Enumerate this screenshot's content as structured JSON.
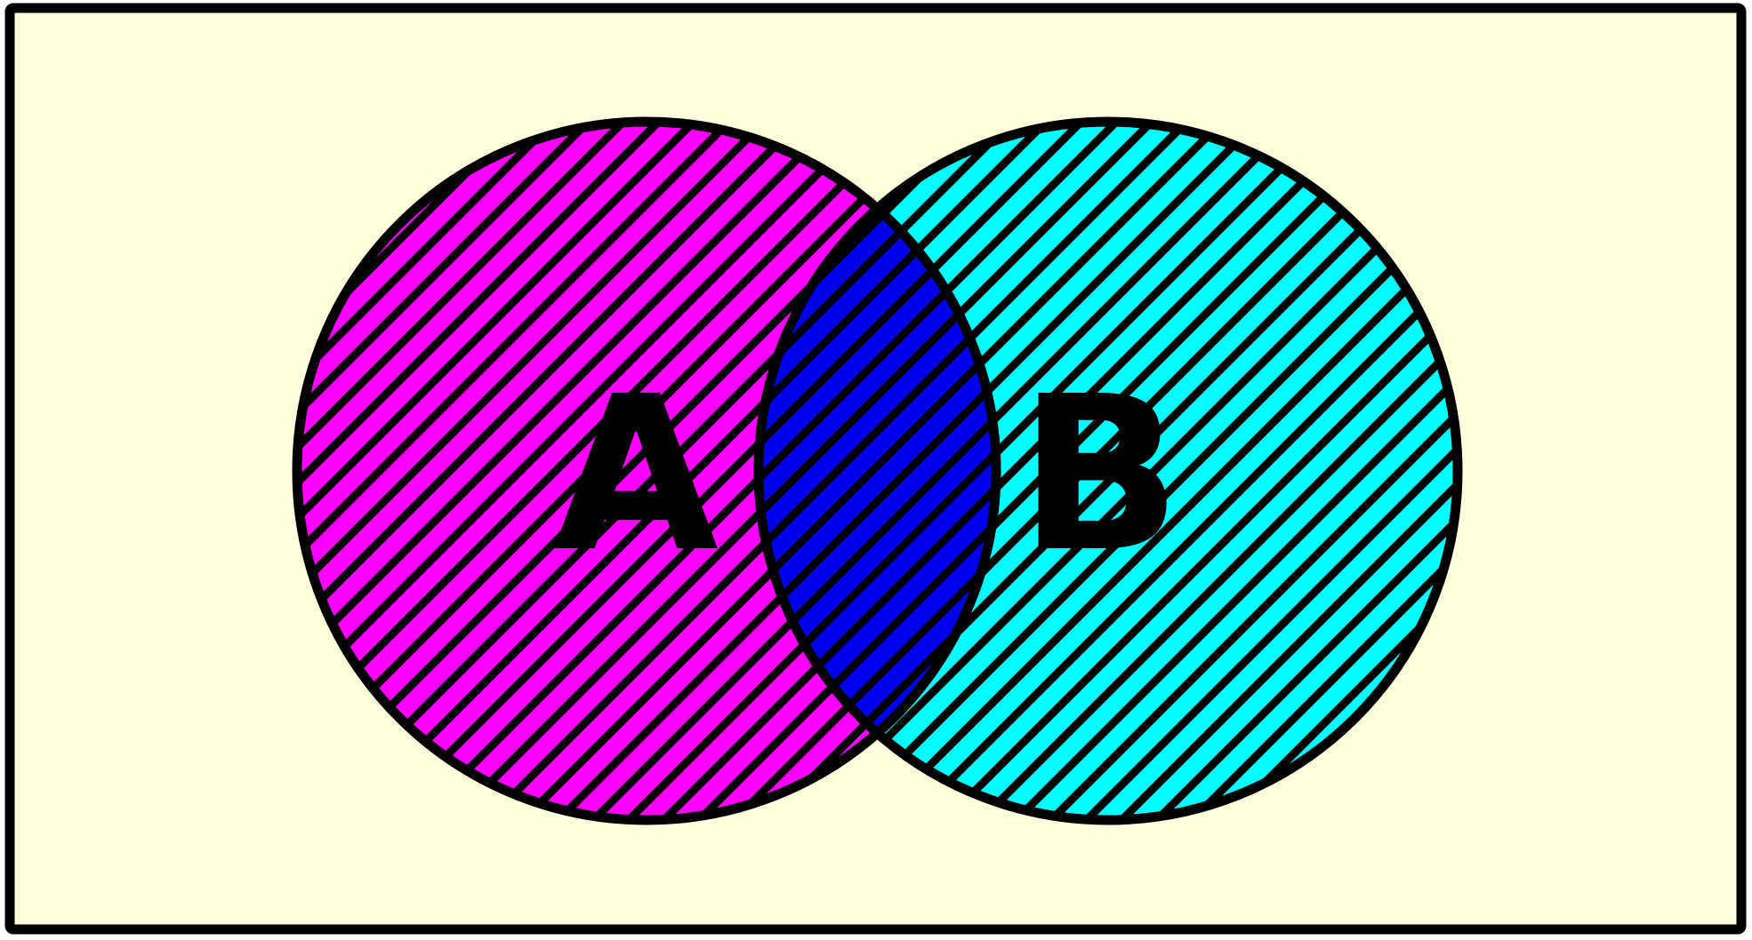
{
  "diagram": {
    "type": "venn",
    "universe_fill": "#ffffdd",
    "outline_color": "#000000",
    "hatch_color": "#000000",
    "sets": [
      {
        "label": "A",
        "fill": "#ff00ff"
      },
      {
        "label": "B",
        "fill": "#00ffff"
      }
    ],
    "intersection": {
      "fill": "#0000ee"
    }
  }
}
